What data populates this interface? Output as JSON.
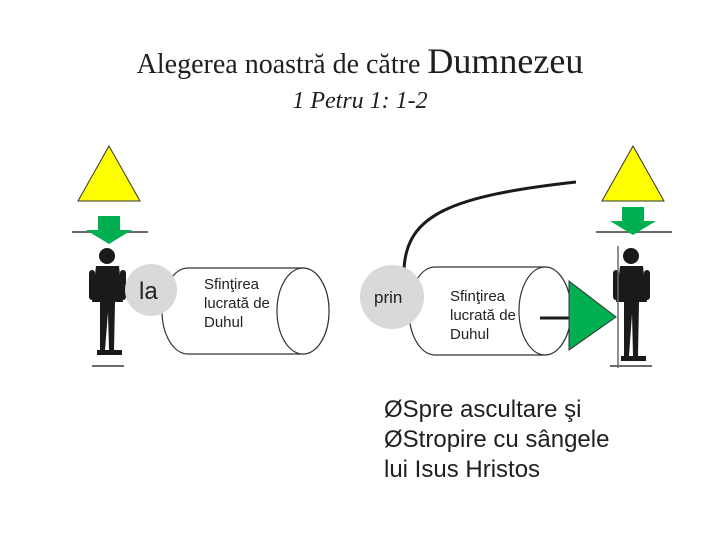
{
  "title": {
    "main": "Alegerea noastră de către",
    "emphasis": "Dumnezeu"
  },
  "subtitle": "1 Petru 1: 1-2",
  "diagram": {
    "left_circle": "la",
    "left_cylinder_text": [
      "Sfinţirea",
      "lucrată de",
      "Duhul"
    ],
    "middle_circle": "prin",
    "right_cylinder_text": [
      "Sfinţirea",
      "lucrată de",
      "Duhul"
    ]
  },
  "bullets": {
    "marker": "Ø",
    "items": [
      "Spre ascultare şi",
      "Stropire cu sângele"
    ],
    "continuation": "lui Isus Hristos"
  },
  "colors": {
    "triangle": "#ffff00",
    "down_arrow": "#00b050",
    "right_arrow": "#00b050",
    "circle": "#d9d9d9"
  }
}
